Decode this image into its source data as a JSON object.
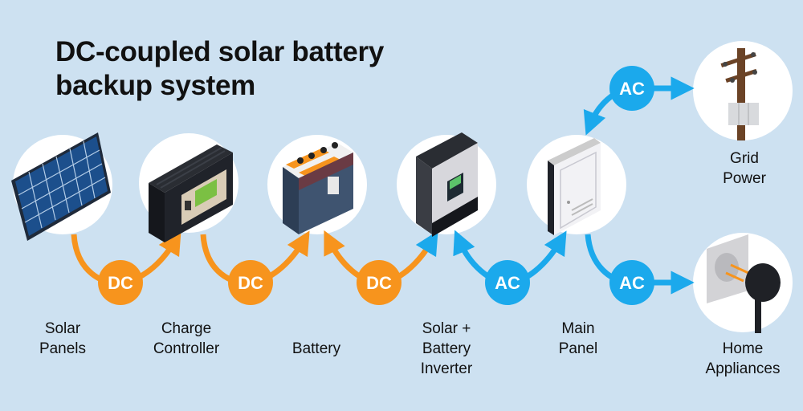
{
  "title": {
    "line1": "DC-coupled solar battery",
    "line2": "backup system"
  },
  "colors": {
    "background": "#cde1f1",
    "dc": "#f7941d",
    "ac": "#1ba9ec",
    "circle": "#ffffff"
  },
  "nodes": [
    {
      "id": "solar-panels",
      "icon": "solar-panel-icon",
      "label_lines": [
        "Solar",
        "Panels"
      ]
    },
    {
      "id": "charge-controller",
      "icon": "charge-controller-icon",
      "label_lines": [
        "Charge",
        "Controller"
      ]
    },
    {
      "id": "battery",
      "icon": "battery-icon",
      "label_lines": [
        "Battery"
      ]
    },
    {
      "id": "inverter",
      "icon": "inverter-icon",
      "label_lines": [
        "Solar +",
        "Battery",
        "Inverter"
      ]
    },
    {
      "id": "main-panel",
      "icon": "electrical-panel-icon",
      "label_lines": [
        "Main",
        "Panel"
      ]
    },
    {
      "id": "grid-power",
      "icon": "utility-pole-icon",
      "label_lines": [
        "Grid",
        "Power"
      ]
    },
    {
      "id": "home-appliances",
      "icon": "power-outlet-icon",
      "label_lines": [
        "Home",
        "Appliances"
      ]
    }
  ],
  "connections": [
    {
      "from": "solar-panels",
      "to": "charge-controller",
      "type": "DC",
      "direction": "one-way"
    },
    {
      "from": "charge-controller",
      "to": "battery",
      "type": "DC",
      "direction": "one-way"
    },
    {
      "from": "battery",
      "to": "inverter",
      "type": "DC",
      "direction": "two-way"
    },
    {
      "from": "inverter",
      "to": "main-panel",
      "type": "AC",
      "direction": "two-way"
    },
    {
      "from": "main-panel",
      "to": "grid-power",
      "type": "AC",
      "direction": "two-way"
    },
    {
      "from": "main-panel",
      "to": "home-appliances",
      "type": "AC",
      "direction": "one-way"
    }
  ],
  "badges": {
    "dc": "DC",
    "ac": "AC"
  }
}
